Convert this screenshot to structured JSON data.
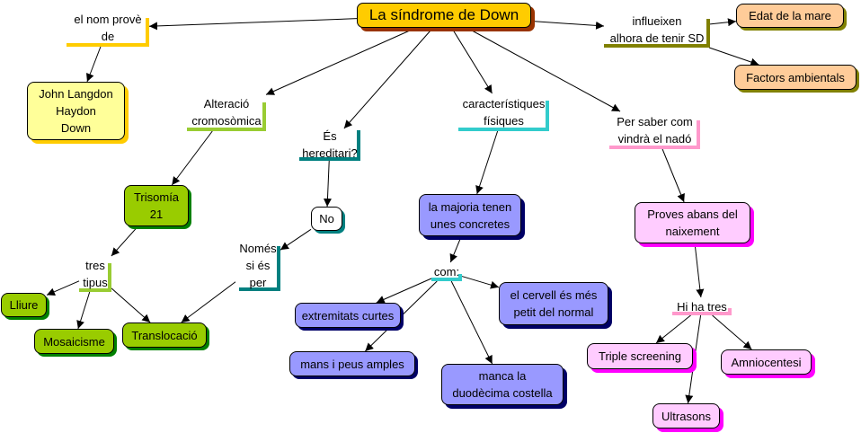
{
  "colors": {
    "root_fill": "#ffcc00",
    "root_shadow": "#993300",
    "yellow_fill": "#ffff99",
    "yellow_shadow": "#ffcc00",
    "orange_fill": "#ffcc99",
    "orange_shadow": "#808000",
    "green_fill": "#99cc00",
    "green_shadow": "#008000",
    "blue_fill": "#9999ff",
    "blue_shadow": "#000066",
    "pink_fill": "#ffccff",
    "pink_shadow": "#ff00ff",
    "white_fill": "#ffffff",
    "white_shadow": "#008080",
    "link_yellow": "#ffcc00",
    "link_olive": "#808000",
    "link_green": "#99cc33",
    "link_teal": "#008080",
    "link_cyan": "#33cccc",
    "link_pink": "#ff99cc"
  },
  "root": {
    "label": "La síndrome de Down"
  },
  "concepts": {
    "john_down": [
      "John Langdon",
      "Haydon",
      "Down"
    ],
    "edat_mare": "Edat de la mare",
    "factors_ambientals": "Factors ambientals",
    "trisomia": [
      "Trisomía",
      "21"
    ],
    "no": "No",
    "lliure": "Lliure",
    "mosaicisme": "Mosaicisme",
    "translocacio": "Translocació",
    "majoria": [
      "la majoria tenen",
      "unes concretes"
    ],
    "extremitats": "extremitats curtes",
    "mans_peus": "mans i peus amples",
    "cervell": [
      "el cervell és més",
      "petit del normal"
    ],
    "costella": [
      "manca la",
      "duodècima costella"
    ],
    "proves": [
      "Proves abans del",
      "naixement"
    ],
    "triple": "Triple screening",
    "amniocentesi": "Amniocentesi",
    "ultrasons": "Ultrasons"
  },
  "links": {
    "nom_prove": [
      "el nom provè",
      "de"
    ],
    "influeixen": [
      "influeixen",
      "alhora de tenir SD"
    ],
    "alteracio": [
      "Alteració",
      "cromosòmica"
    ],
    "hereditari": [
      "És",
      "hereditari?"
    ],
    "caracteristiques": [
      "característiques",
      "físiques"
    ],
    "per_saber": [
      "Per saber com",
      "vindrà el nadó"
    ],
    "tres_tipus": [
      "tres",
      "tipus"
    ],
    "nomes": [
      "Només",
      "si és",
      "per"
    ],
    "com": "com:",
    "hi_ha_tres": "Hi ha tres"
  }
}
